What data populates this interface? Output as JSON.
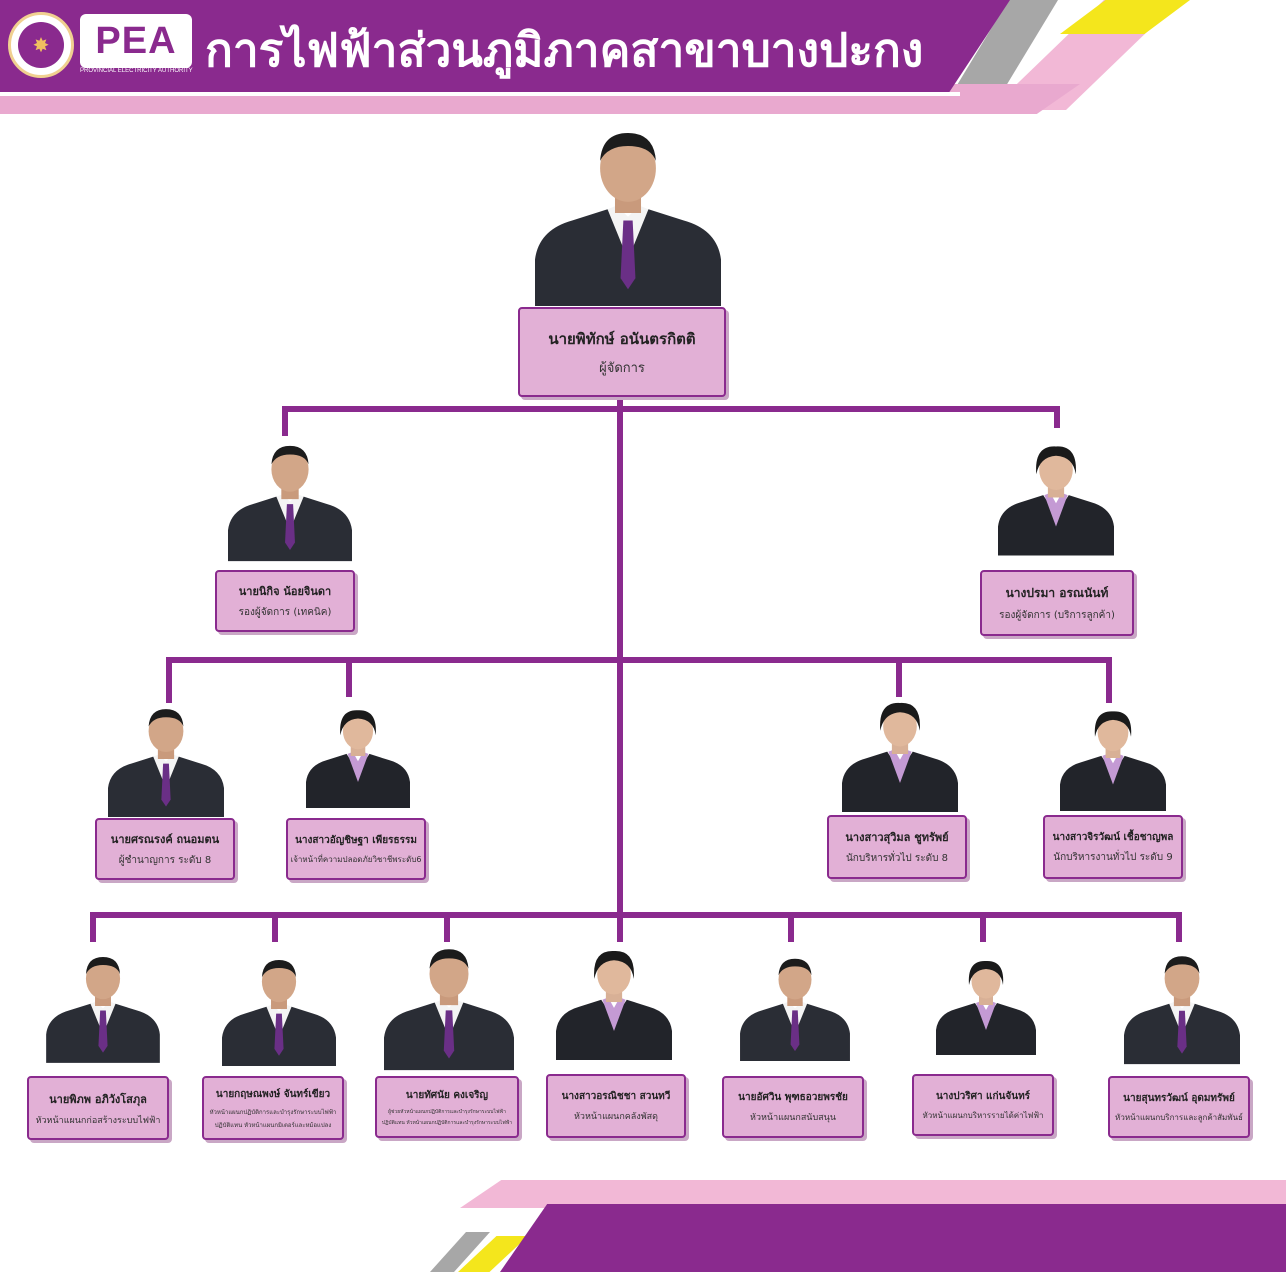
{
  "header": {
    "title": "การไฟฟ้าส่วนภูมิภาคสาขาบางปะกง",
    "logo_text": "PEA",
    "logo_subtext": "PROVINCIAL ELECTRICITY AUTHORITY",
    "logo_icon": "pea-emblem-icon"
  },
  "colors": {
    "brand_purple": "#8a2a8e",
    "card_pink": "#e2b0d6",
    "accent_pink": "#e9a9cf",
    "accent_yellow": "#f4e61c",
    "accent_grey": "#a7a7a7"
  },
  "manager": {
    "name": "นายพิทักษ์  อนันตรกิตติ",
    "position": "ผู้จัดการ"
  },
  "deputies": [
    {
      "name": "นายนิกิจ  น้อยจินดา",
      "position": "รองผู้จัดการ (เทคนิค)"
    },
    {
      "name": "นางปรมา  อรณนันท์",
      "position": "รองผู้จัดการ (บริการลูกค้า)"
    }
  ],
  "staff": [
    {
      "name": "นายศรณรงค์  ถนอมตน",
      "position": "ผู้ชำนาญการ ระดับ 8"
    },
    {
      "name": "นางสาวอัญชิษฐา  เพียรธรรม",
      "position": "เจ้าหน้าที่ความปลอดภัยวิชาชีพระดับ6"
    },
    {
      "name": "นางสาวสุวิมล  ชูทรัพย์",
      "position": "นักบริหารทั่วไป ระดับ 8"
    },
    {
      "name": "นางสาวจิรวัฒน์  เชื้อชาญพล",
      "position": "นักบริหารงานทั่วไป ระดับ 9"
    }
  ],
  "section_heads": [
    {
      "name": "นายพิภพ  อภิวังโสภุล",
      "position": "หัวหน้าแผนกก่อสร้างระบบไฟฟ้า",
      "position2": ""
    },
    {
      "name": "นายกฤษณพงษ์  จันทร์เขียว",
      "position": "หัวหน้าแผนกปฏิบัติการและบำรุงรักษาระบบไฟฟ้า",
      "position2": "ปฏิบัติแทน หัวหน้าแผนกมิเตอร์และหม้อแปลง"
    },
    {
      "name": "นายทัศนัย  คงเจริญ",
      "position": "ผู้ช่วยหัวหน้าแผนกปฏิบัติการและบำรุงรักษาระบบไฟฟ้า",
      "position2": "ปฏิบัติแทน หัวหน้าแผนกปฏิบัติการและบำรุงรักษาระบบไฟฟ้า"
    },
    {
      "name": "นางสาวอรณิชชา  สวนทวี",
      "position": "หัวหน้าแผนกคลังพัสดุ",
      "position2": ""
    },
    {
      "name": "นายอัศวิน  พุฑธอวยพรชัย",
      "position": "หัวหน้าแผนกสนับสนุน",
      "position2": ""
    },
    {
      "name": "นางปวริศา  แก่นจันทร์",
      "position": "หัวหน้าแผนกบริหารรายได้ค่าไฟฟ้า",
      "position2": ""
    },
    {
      "name": "นายสุนทรวัฒน์  อุดมทรัพย์",
      "position": "หัวหน้าแผนกบริการและลูกค้าสัมพันธ์",
      "position2": ""
    }
  ]
}
